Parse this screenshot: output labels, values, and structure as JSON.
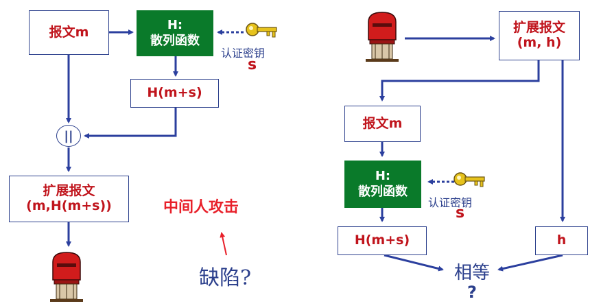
{
  "left": {
    "message": "报文m",
    "hash_title": "H:",
    "hash_name": "散列函数",
    "key_label": "认证密钥",
    "key_symbol": "s",
    "hmac": "H(m+s)",
    "concat_symbol": "||",
    "extended_line1": "扩展报文",
    "extended_line2": "(m,H(m+s))",
    "attack": "中间人攻击",
    "flaw": "缺陷?"
  },
  "right": {
    "extended_line1": "扩展报文",
    "extended_line2": "(m, h)",
    "message": "报文m",
    "hash_title": "H:",
    "hash_name": "散列函数",
    "key_label": "认证密钥",
    "key_symbol": "s",
    "hmac": "H(m+s)",
    "h": "h",
    "equal_line1": "相等",
    "equal_line2": "?"
  },
  "colors": {
    "arrow": "#2b3f9e",
    "box_text": "#c0141c",
    "green": "#0a7a2a",
    "attack": "#e8202a"
  },
  "icons": [
    "mailbox-icon",
    "key-icon"
  ]
}
